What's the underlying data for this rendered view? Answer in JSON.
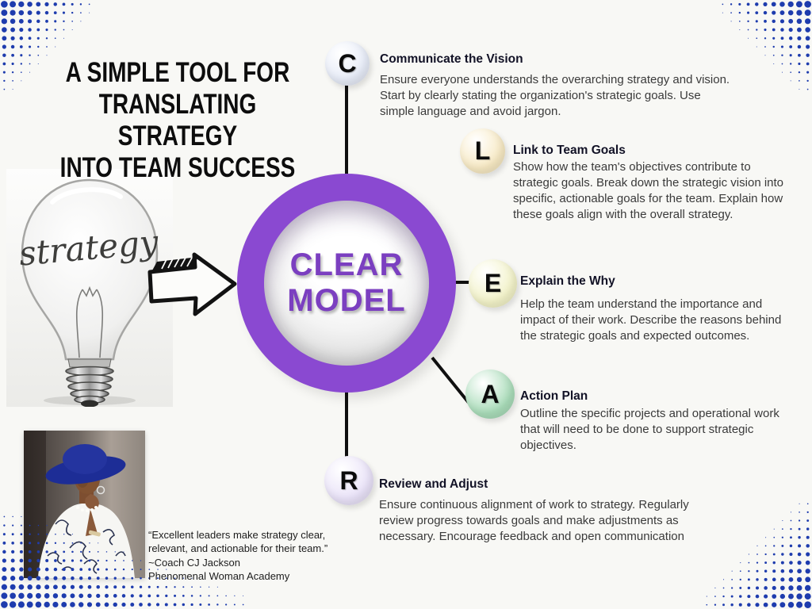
{
  "page": {
    "background": "#f8f8f5"
  },
  "title": {
    "lines": [
      "A SIMPLE TOOL FOR",
      "TRANSLATING STRATEGY",
      "INTO TEAM SUCCESS"
    ]
  },
  "center": {
    "label_lines": [
      "CLEAR",
      "MODEL"
    ],
    "ring_color": "#8a49d1",
    "text_color": "#7b3fc0"
  },
  "bulb": {
    "word": "strategy"
  },
  "steps": [
    {
      "letter": "C",
      "color": "#e6ebf7",
      "title": "Communicate the Vision",
      "body": "Ensure everyone understands the overarching strategy and vision. Start by clearly stating the organization's strategic goals. Use simple language and avoid jargon."
    },
    {
      "letter": "L",
      "color": "#f7e9c3",
      "title": "Link to Team Goals",
      "body": "Show how the team's objectives contribute to strategic goals. Break down the strategic vision into specific, actionable goals for the team. Explain how these goals align with the overall strategy."
    },
    {
      "letter": "E",
      "color": "#f2f2c8",
      "title": "Explain the Why",
      "body": "Help the team understand the importance and impact of their work. Describe the reasons behind the strategic goals and expected outcomes."
    },
    {
      "letter": "A",
      "color": "#a9dcb9",
      "title": "Action Plan",
      "body": "Outline the specific projects and operational work that will need to be done to support strategic objectives."
    },
    {
      "letter": "R",
      "color": "#e9e2f8",
      "title": "Review and Adjust",
      "body": "Ensure continuous alignment of work to strategy. Regularly review progress towards goals and make adjustments as necessary. Encourage feedback and open communication"
    }
  ],
  "quote": {
    "lines": [
      "“Excellent leaders make strategy clear,",
      "relevant, and actionable for their team.”",
      "~Coach CJ Jackson",
      "Phenomenal Woman Academy"
    ]
  },
  "decor": {
    "dot_color": "#1e3cae"
  }
}
